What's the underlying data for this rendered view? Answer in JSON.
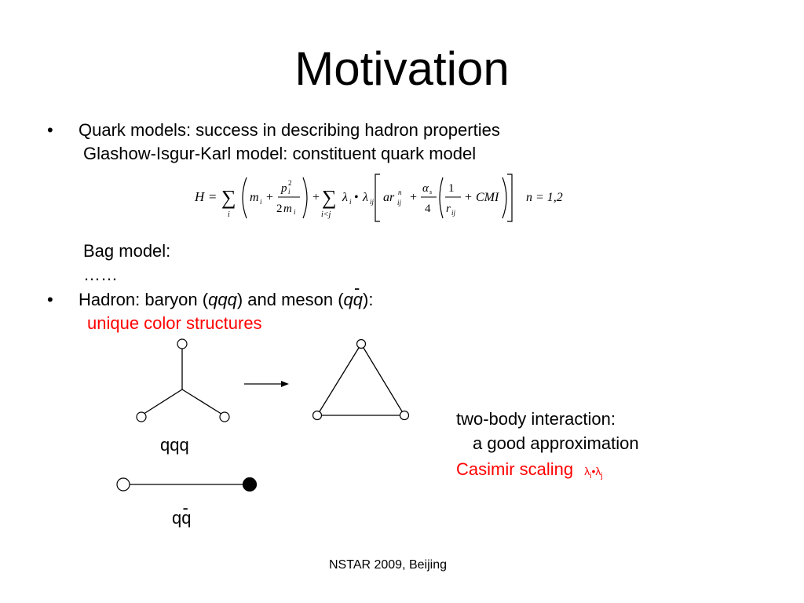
{
  "title": "Motivation",
  "bullets": [
    {
      "symbol": "•",
      "text": "Quark models: success in describing hadron properties",
      "sub1": "Glashow-Isgur-Karl model: constituent quark model",
      "sub2": "Bag model:",
      "sub3": "……"
    },
    {
      "symbol": "•",
      "prefix": "Hadron: baryon (",
      "baryon": "qqq",
      "middle": ") and meson (",
      "meson": "qq",
      "meson_bar": "-",
      "suffix": "):",
      "highlight": "unique color structures"
    }
  ],
  "formula": {
    "H": "H",
    "eq": "=",
    "sum": "∑",
    "i": "i",
    "m_i": "m",
    "p": "p",
    "two": "2",
    "plus": "+",
    "ilessj": "i<j",
    "lambda": "λ",
    "dot": "•",
    "ar": "ar",
    "n": "n",
    "ij": "ij",
    "alpha": "α",
    "s": "s",
    "four": "4",
    "one": "1",
    "r": "r",
    "cmi": "CMI",
    "n_eq": "n = 1,2"
  },
  "diagram": {
    "qqq_label": "qqq",
    "qqbar_label": "qq",
    "qqbar_bar": "-"
  },
  "right_notes": {
    "line1": "two-body interaction:",
    "line2": "a good approximation",
    "casimir": "Casimir scaling",
    "lambda_i": "λ",
    "i_sub": "i",
    "dot": "•",
    "lambda_j": "λ",
    "j_sub": "j"
  },
  "footer": "NSTAR 2009, Beijing",
  "colors": {
    "highlight": "#ff0000",
    "text": "#000000",
    "background": "#ffffff"
  }
}
